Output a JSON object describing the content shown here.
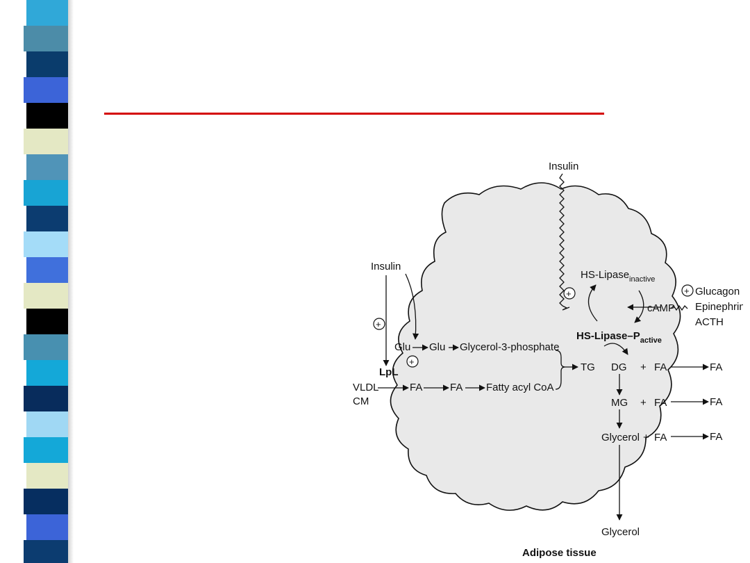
{
  "slide": {
    "rule_color": "#d40000",
    "stripe_colors": [
      "#30a8d8",
      "#4c8ca8",
      "#0a3c6c",
      "#3c64d8",
      "#000000",
      "#e4e8c4",
      "#5094b8",
      "#18a4d4",
      "#0c3c70",
      "#a4dcf8",
      "#4070dc",
      "#e4e8c4",
      "#000000",
      "#4890b0",
      "#14a8d8",
      "#082c5c",
      "#a0d8f4",
      "#14a8d8",
      "#e4e8c4",
      "#062e60",
      "#3c64d8",
      "#0c3c70"
    ]
  },
  "diagram": {
    "caption": "Adipose tissue",
    "labels": {
      "insulin_top": "Insulin",
      "insulin_left": "Insulin",
      "hs_lipase_inactive_main": "HS-Lipase",
      "hs_lipase_inactive_sub": "inactive",
      "hs_lipase_active_main": "HS-Lipase–P",
      "hs_lipase_active_sub": "active",
      "camp": "cAMP",
      "glucagon": "Glucagon",
      "epinephrine": "Epinephrine",
      "acth": "ACTH",
      "plus": "+",
      "glu_outside": "Glu",
      "glu_inside": "Glu",
      "glycerol_3_phosphate": "Glycerol-3-phosphate",
      "lpl": "LpL",
      "vldl": "VLDL",
      "cm": "CM",
      "fa_membrane": "FA",
      "fa_inside": "FA",
      "fatty_acyl_coa": "Fatty acyl CoA",
      "tg": "TG",
      "dg": "DG",
      "mg": "MG",
      "glycerol_inside": "Glycerol",
      "plus_dg": "+",
      "plus_mg": "+",
      "plus_glycerol": "+",
      "fa_dg": "FA",
      "fa_mg": "FA",
      "fa_glycerol": "FA",
      "fa_out_1": "FA",
      "fa_out_2": "FA",
      "fa_out_3": "FA",
      "glycerol_out": "Glycerol"
    }
  }
}
